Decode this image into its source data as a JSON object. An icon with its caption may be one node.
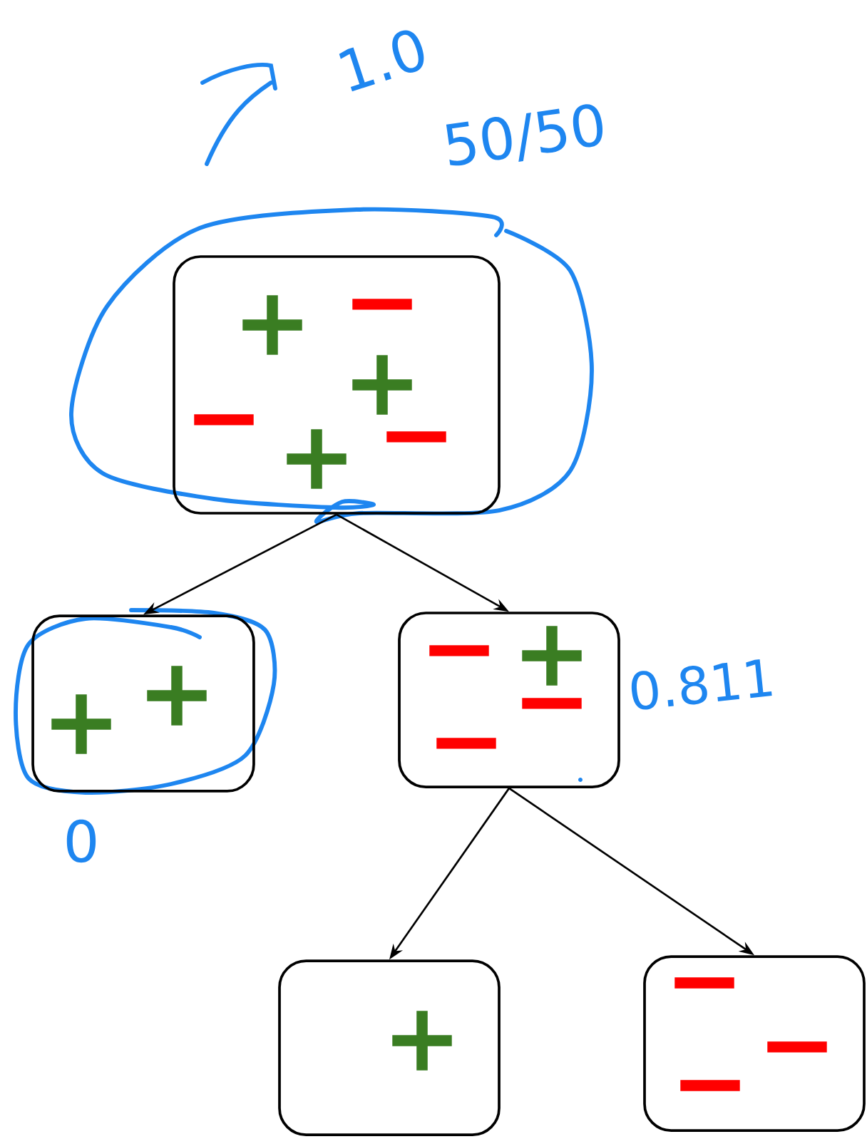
{
  "diagram": {
    "nodes": [
      {
        "text": [
          "+",
          "−",
          "+",
          "−",
          "+",
          "−"
        ]
      },
      {
        "text": [
          "+",
          "+"
        ]
      },
      {
        "text": [
          "−",
          "+",
          "−",
          "−"
        ]
      },
      {
        "text": [
          "+"
        ]
      },
      {
        "text": [
          "−",
          "−",
          "−"
        ]
      }
    ],
    "edges": [
      {
        "from": 0,
        "to": 1,
        "arrow": "to"
      },
      {
        "from": 0,
        "to": 2,
        "arrow": "to"
      },
      {
        "from": 2,
        "to": 3,
        "arrow": "to"
      },
      {
        "from": 2,
        "to": 4,
        "arrow": "to"
      }
    ],
    "labels": [
      "1.0",
      "50/50",
      "0.811",
      "0"
    ]
  }
}
